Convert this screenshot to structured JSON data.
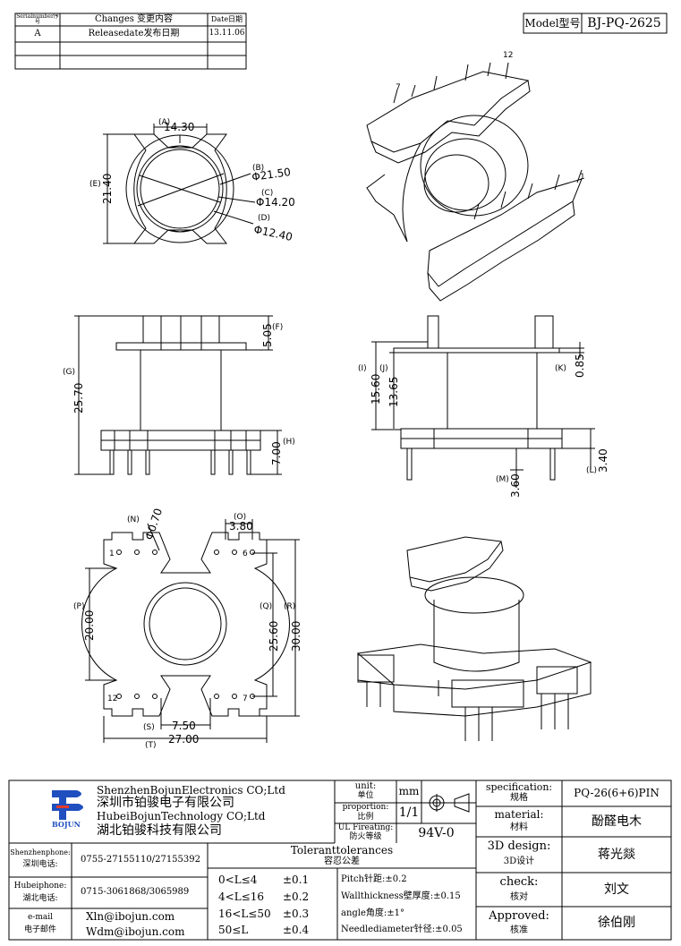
{
  "revision_table": {
    "headers": [
      "Serialnumber序号",
      "Changes 变更内容",
      "Date日期"
    ],
    "rows": [
      [
        "A",
        "Releasedate发布日期",
        "13.11.06"
      ]
    ]
  },
  "model": {
    "label": "Model型号",
    "value": "BJ-PQ-2625"
  },
  "top_view": {
    "dim_a": "14.30",
    "lab_a": "(A)",
    "dim_b": "Φ21.50",
    "lab_b": "(B)",
    "dim_c": "Φ14.20",
    "lab_c": "(C)",
    "dim_d": "Φ12.40",
    "lab_d": "(D)",
    "dim_e": "21.40",
    "lab_e": "(E)"
  },
  "iso_top": {
    "pin7": "7",
    "pin12": "12",
    "pin1": "1"
  },
  "front_view": {
    "dim_f": "5.05",
    "lab_f": "(F)",
    "dim_g": "25.70",
    "lab_g": "(G)",
    "dim_h": "7.00",
    "lab_h": "(H)"
  },
  "side_view": {
    "dim_i": "15.60",
    "lab_i": "(I)",
    "dim_j": "13.65",
    "lab_j": "(J)",
    "dim_k": "0.85",
    "lab_k": "(K)",
    "dim_l": "3.40",
    "lab_l": "(L)",
    "dim_m": "3.60",
    "lab_m": "(M)"
  },
  "bottom_view": {
    "dim_n": "Φ0.70",
    "lab_n": "(N)",
    "dim_o": "3.80",
    "lab_o": "(O)",
    "dim_p": "20.00",
    "lab_p": "(P)",
    "dim_q": "25.60",
    "lab_q": "(Q)",
    "dim_r": "30.00",
    "lab_r": "(R)",
    "dim_s": "7.50",
    "lab_s": "(S)",
    "dim_t": "27.00",
    "lab_t": "(T)",
    "pin1": "1",
    "pin6": "6",
    "pin12": "12",
    "pin7": "7"
  },
  "title_block": {
    "logo_text": "BOJUN",
    "company_en1": "ShenzhenBojunElectronics CO;Ltd",
    "company_cn1": "深圳市铂骏电子有限公司",
    "company_en2": "HubeiBojunTechnology CO;Ltd",
    "company_cn2": "湖北铂骏科技有限公司",
    "unit_label": "unit:",
    "unit_label_cn": "单位",
    "unit_value": "mm",
    "proportion_label": "proportion:",
    "proportion_label_cn": "比例",
    "proportion_value": "1/1",
    "ul_label": "UL Fireating:",
    "ul_label_cn": "防火等级",
    "ul_value": "94V-0",
    "spec_label": "specification:",
    "spec_label_cn": "规格",
    "spec_value": "PQ-26(6+6)PIN",
    "material_label": "material:",
    "material_label_cn": "材料",
    "material_value": "酚醛电木",
    "design_label": "3D design:",
    "design_label_cn": "3D设计",
    "design_value": "蒋光燚",
    "check_label": "check:",
    "check_label_cn": "核对",
    "check_value": "刘文",
    "approved_label": "Approved:",
    "approved_label_cn": "核准",
    "approved_value": "徐伯刚",
    "sz_phone_label": "Shenzhenphone:",
    "sz_phone_label_cn": "深圳电话:",
    "sz_phone": "0755-27155110/27155392",
    "hb_phone_label": "Hubeiphone:",
    "hb_phone_label_cn": "湖北电话:",
    "hb_phone": "0715-3061868/3065989",
    "email_label": "e-mail",
    "email_label_cn": "电子邮件",
    "email1": "Xln@ibojun.com",
    "email2": "Wdm@ibojun.com",
    "tol_title": "Toleranttolerances",
    "tol_title_cn": "容忍公差",
    "tol_rows": [
      {
        "range": "0<L≤4",
        "value": "±0.1"
      },
      {
        "range": "4<L≤16",
        "value": "±0.2"
      },
      {
        "range": "16<L≤50",
        "value": "±0.3"
      },
      {
        "range": "50≤L",
        "value": "±0.4"
      }
    ],
    "tol_notes": [
      "Pitch针距:±0.2",
      "Wallthickness壁厚度:±0.15",
      "angle角度:±1°",
      "Needlediameter针径:±0.05"
    ]
  }
}
